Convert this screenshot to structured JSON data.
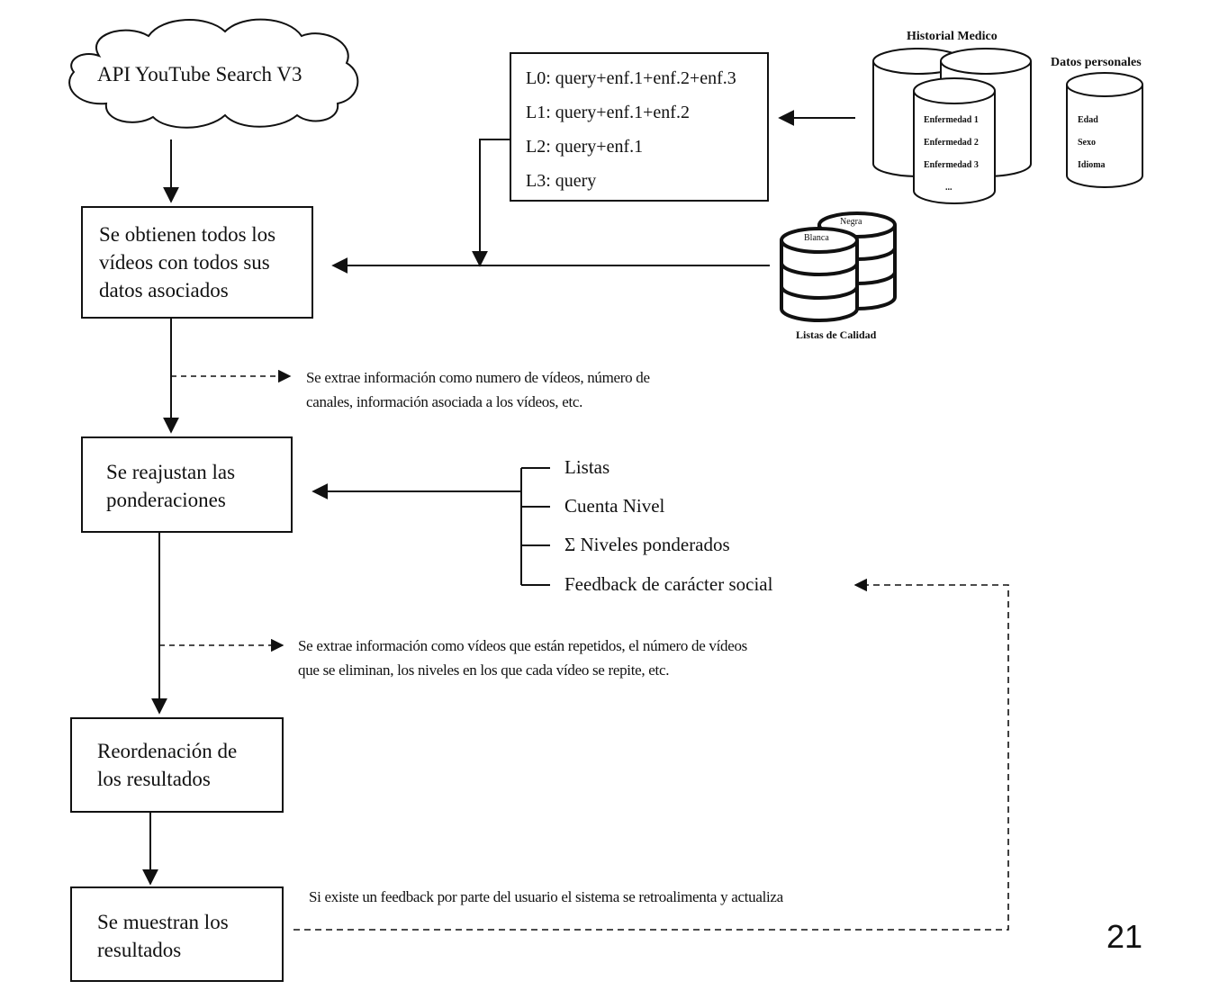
{
  "cloud": {
    "label": "API YouTube Search V3"
  },
  "process": {
    "obtain": [
      "Se obtienen todos los",
      "vídeos con todos sus",
      "datos  asociados"
    ],
    "reweight": [
      "Se reajustan las",
      "ponderaciones"
    ],
    "reorder": [
      "Reordenación de",
      "los resultados"
    ],
    "show": [
      "Se muestran los",
      "resultados"
    ]
  },
  "levels": [
    "L0: query+enf.1+enf.2+enf.3",
    "L1: query+enf.1+enf.2",
    "L2: query+enf.1",
    "L3: query"
  ],
  "medical_history": {
    "title": "Historial Medico",
    "items": [
      "Enfermedad 1",
      "Enfermedad 2",
      "Enfermedad 3",
      "..."
    ]
  },
  "personal_data": {
    "title": "Datos personales",
    "items": [
      "Edad",
      "Sexo",
      "Idioma"
    ]
  },
  "quality_lists": {
    "title": "Listas de Calidad",
    "black": "Negra",
    "white": "Blanca"
  },
  "notes": {
    "extract1": [
      "Se extrae información como numero de vídeos, número de",
      "canales, información asociada a los vídeos,  etc."
    ],
    "extract2": [
      "Se extrae información como vídeos que están repetidos, el número de vídeos",
      "que se eliminan, los niveles en los que cada vídeo se repite, etc."
    ],
    "feedback": "Si existe un feedback por parte del usuario el sistema se retroalimenta y actualiza"
  },
  "factors": [
    "Listas",
    "Cuenta Nivel",
    "Σ  Niveles ponderados",
    "Feedback de carácter  social"
  ],
  "page_number": "21"
}
